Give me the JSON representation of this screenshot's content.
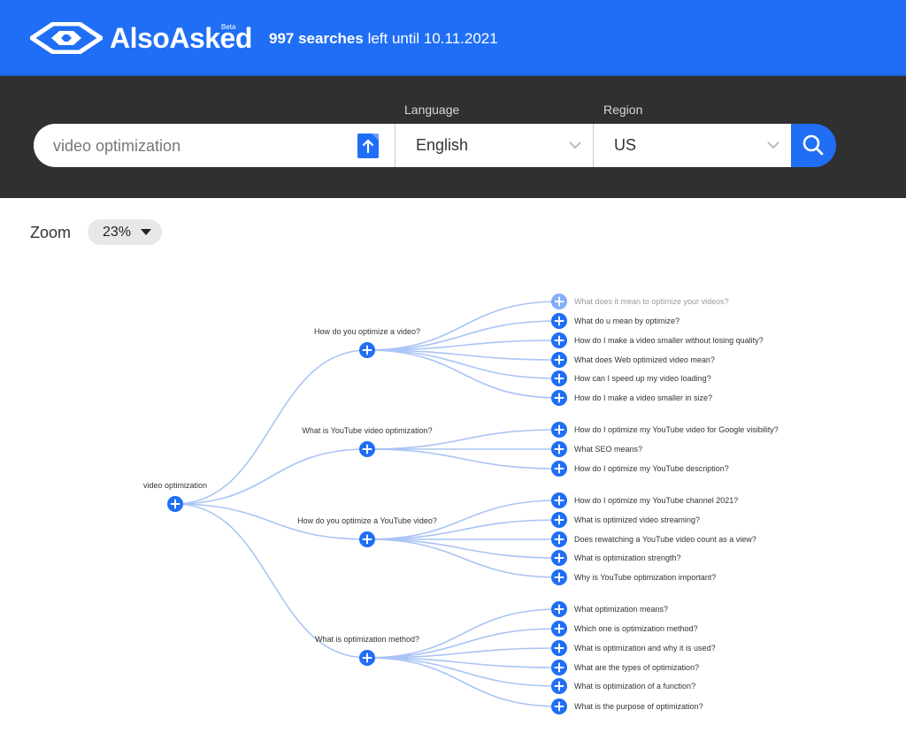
{
  "brand": {
    "name": "AlsoAsked",
    "beta": "Beta"
  },
  "quota": {
    "count": "997 searches",
    "rest": "left until 10.11.2021"
  },
  "search": {
    "query": "video optimization",
    "language_label": "Language",
    "language": "English",
    "region_label": "Region",
    "region": "US"
  },
  "zoom": {
    "label": "Zoom",
    "value": "23%"
  },
  "colors": {
    "accent": "#1f6ef5",
    "band": "#303030",
    "link": "#a9c4f5"
  },
  "icons": [
    "logo-icon",
    "upload-icon",
    "chevron-down-icon",
    "search-icon",
    "caret-down-icon",
    "plus-icon"
  ],
  "tree": {
    "root": "video optimization",
    "branches": [
      {
        "question": "How do you optimize a video?",
        "children": [
          "What does it mean to optimize your videos?",
          "What do u mean by optimize?",
          "How do I make a video smaller without losing quality?",
          "What does Web optimized video mean?",
          "How can I speed up my video loading?",
          "How do I make a video smaller in size?"
        ]
      },
      {
        "question": "What is YouTube video optimization?",
        "children": [
          "How do I optimize my YouTube video for Google visibility?",
          "What SEO means?",
          "How do I optimize my YouTube description?"
        ]
      },
      {
        "question": "How do you optimize a YouTube video?",
        "children": [
          "How do I optimize my YouTube channel 2021?",
          "What is optimized video streaming?",
          "Does rewatching a YouTube video count as a view?",
          "What is optimization strength?",
          "Why is YouTube optimization important?"
        ]
      },
      {
        "question": "What is optimization method?",
        "children": [
          "What optimization means?",
          "Which one is optimization method?",
          "What is optimization and why it is used?",
          "What are the types of optimization?",
          "What is optimization of a function?",
          "What is the purpose of optimization?"
        ]
      }
    ]
  }
}
